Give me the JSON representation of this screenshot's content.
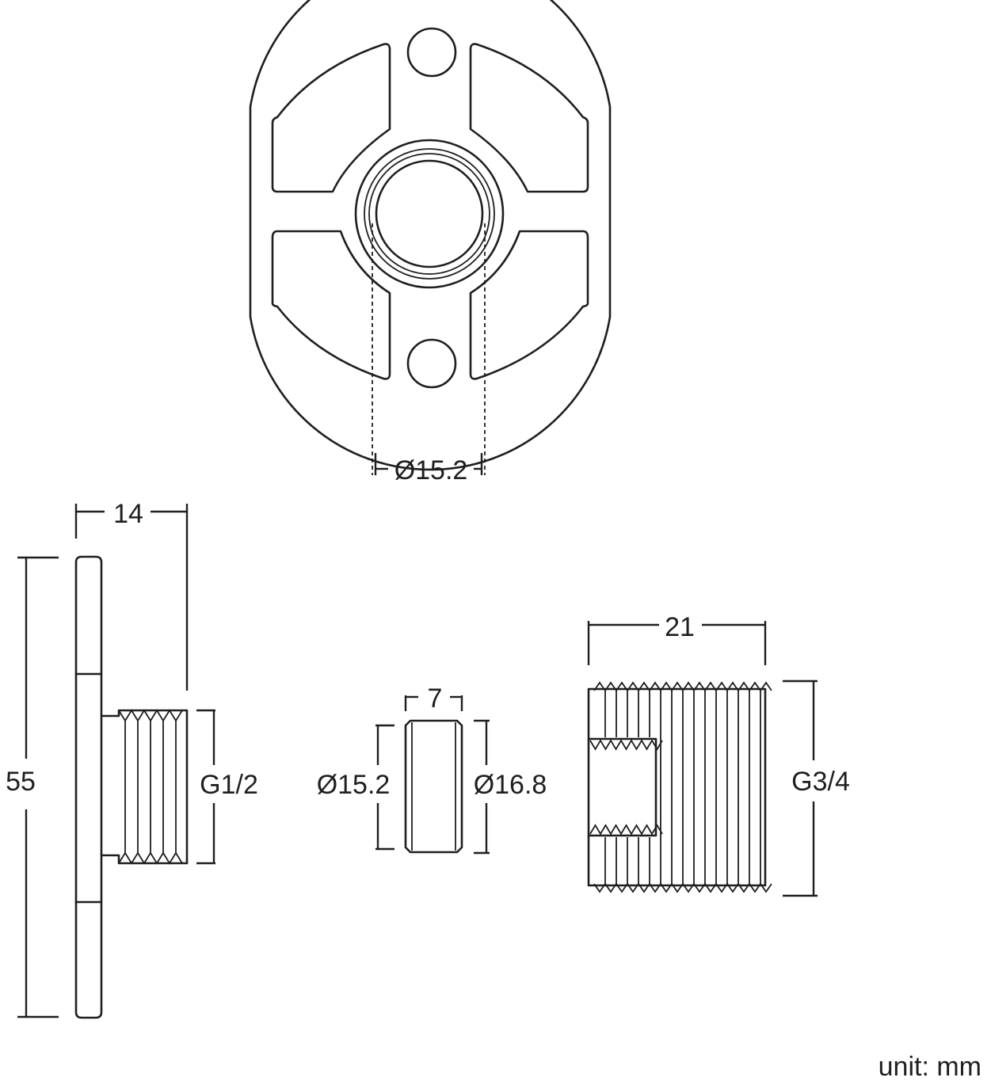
{
  "colors": {
    "line": "#1f1f1f",
    "background": "#ffffff"
  },
  "top_view": {
    "bore_diameter_label": "Ø15.2"
  },
  "side_view": {
    "width_label": "14",
    "height_label": "55",
    "thread_label": "G1/2"
  },
  "washer": {
    "thickness_label": "7",
    "inner_diameter_label": "Ø15.2",
    "outer_diameter_label": "Ø16.8"
  },
  "nipple": {
    "length_label": "21",
    "thread_label": "G3/4"
  },
  "unit_label": "unit: mm"
}
